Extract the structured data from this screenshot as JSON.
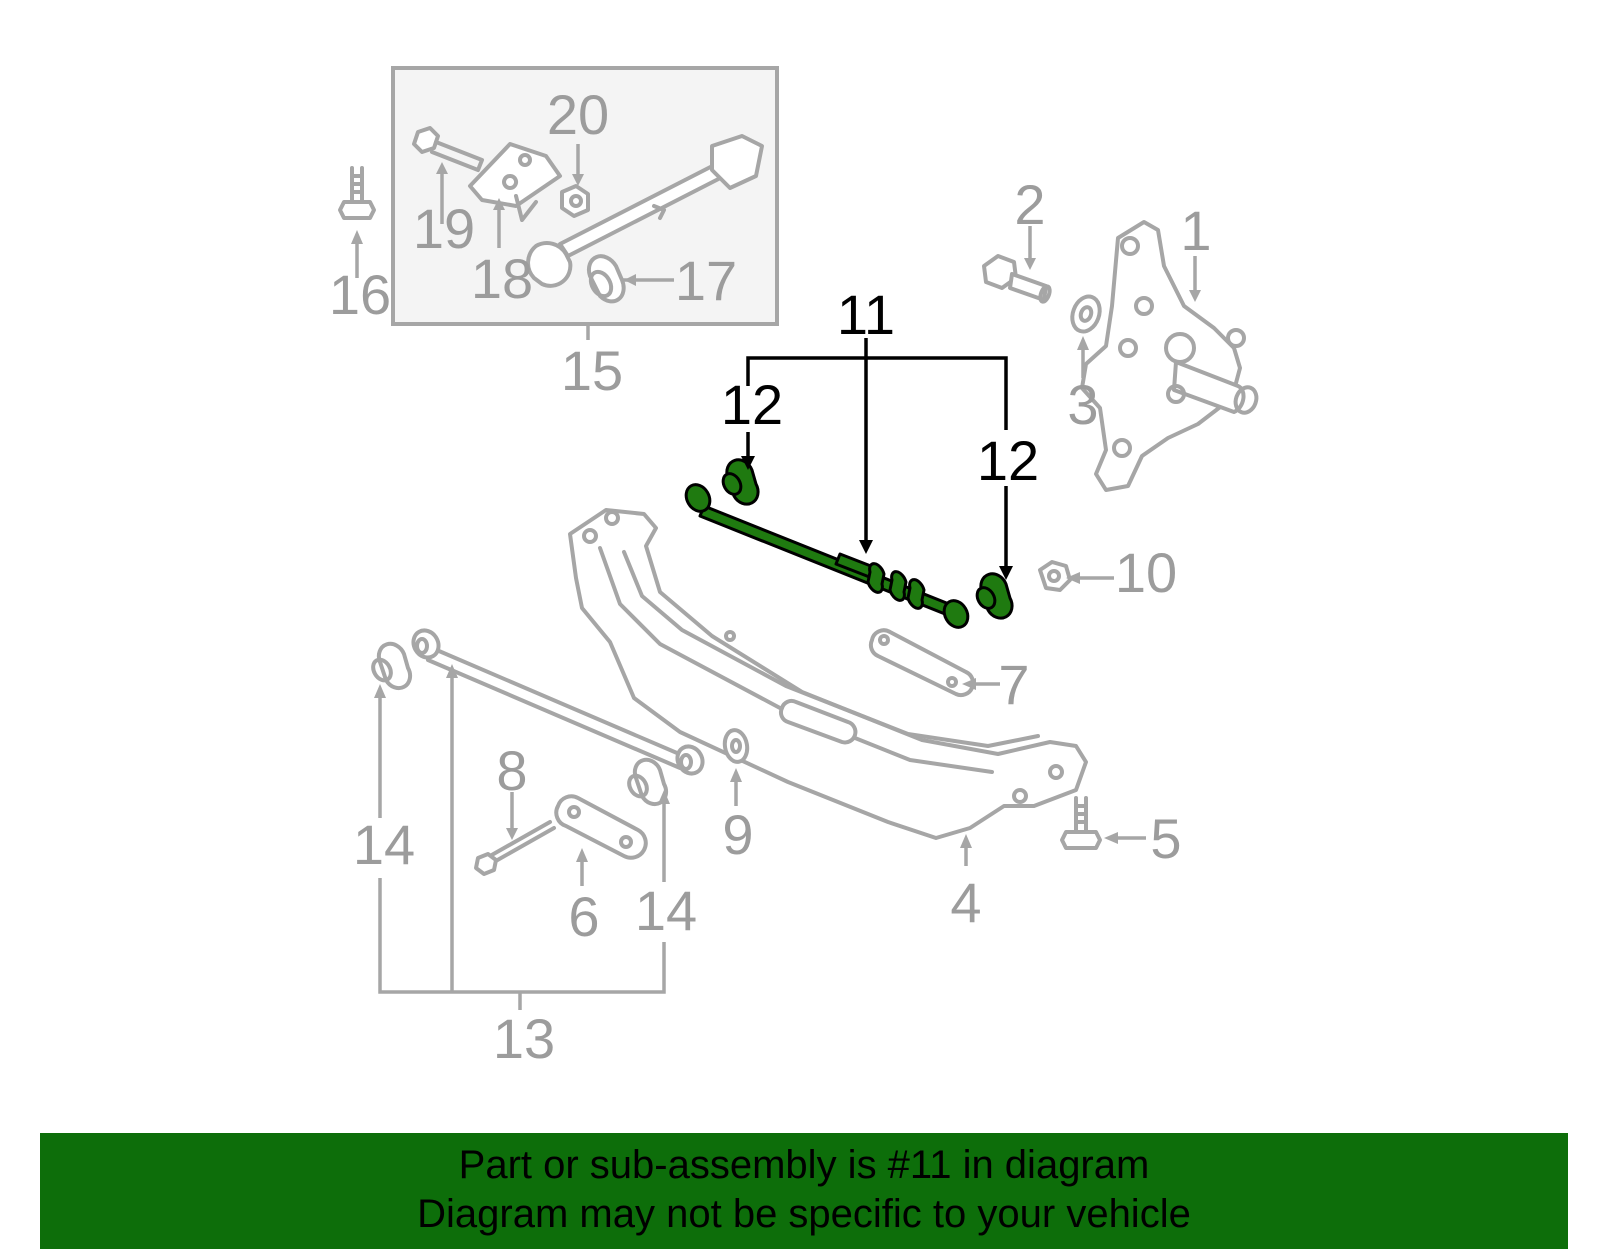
{
  "callouts": {
    "c1": "1",
    "c2": "2",
    "c3": "3",
    "c4": "4",
    "c5": "5",
    "c6": "6",
    "c7": "7",
    "c8": "8",
    "c9": "9",
    "c10": "10",
    "c11": "11",
    "c12a": "12",
    "c12b": "12",
    "c13": "13",
    "c14a": "14",
    "c14b": "14",
    "c15": "15",
    "c16": "16",
    "c17": "17",
    "c18": "18",
    "c19": "19",
    "c20": "20"
  },
  "highlighted_part": "11",
  "colors": {
    "highlight": "#1f7a10",
    "banner": "#0d6e0a",
    "part_lines": "#a6a6a6"
  },
  "banner": {
    "line1": "Part or sub-assembly is #11 in diagram",
    "line2": "Diagram may not be specific to your vehicle"
  }
}
